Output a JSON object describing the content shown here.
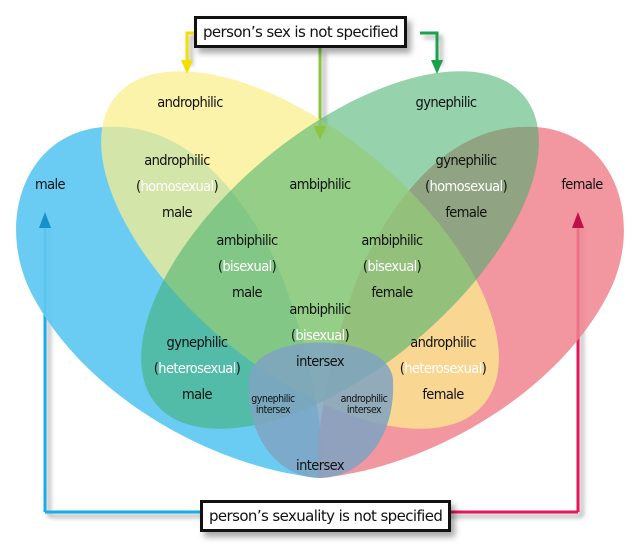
{
  "colors": {
    "male": "#5ec8f2",
    "female": "#f0848f",
    "androphilic": "#fbee8a",
    "gynephilic": "#6cc290",
    "intersex": "#7fa3c2",
    "arrow_male": "#19aee6",
    "arrow_female": "#e8195e",
    "arrow_andro": "#f4e000",
    "arrow_ambi": "#8cc63f",
    "arrow_gyne": "#1aa24b"
  },
  "top_box": {
    "label": "person’s sex is not specified"
  },
  "bottom_box": {
    "label": "person’s sexuality is not specified"
  },
  "sets": {
    "male": "male",
    "female": "female",
    "androphilic": "androphilic",
    "gynephilic": "gynephilic",
    "ambiphilic": "ambiphilic",
    "intersex": "intersex"
  },
  "regions": {
    "andro_homo_male": {
      "l1": "androphilic",
      "l2": "homosexual",
      "l3": "male"
    },
    "gyne_homo_female": {
      "l1": "gynephilic",
      "l2": "homosexual",
      "l3": "female"
    },
    "ambi_bi_male": {
      "l1": "ambiphilic",
      "l2": "bisexual",
      "l3": "male"
    },
    "ambi_bi_female": {
      "l1": "ambiphilic",
      "l2": "bisexual",
      "l3": "female"
    },
    "ambi_bi_intersex": {
      "l1": "ambiphilic",
      "l2": "bisexual",
      "l3": "intersex"
    },
    "gyne_hetero_male": {
      "l1": "gynephilic",
      "l2": "heterosexual",
      "l3": "male"
    },
    "andro_hetero_female": {
      "l1": "androphilic",
      "l2": "heterosexual",
      "l3": "female"
    },
    "gyne_intersex": {
      "l1": "gynephilic",
      "l2": "intersex"
    },
    "andro_intersex": {
      "l1": "androphilic",
      "l2": "intersex"
    }
  },
  "punct": {
    "open": "(",
    "close": ")"
  }
}
